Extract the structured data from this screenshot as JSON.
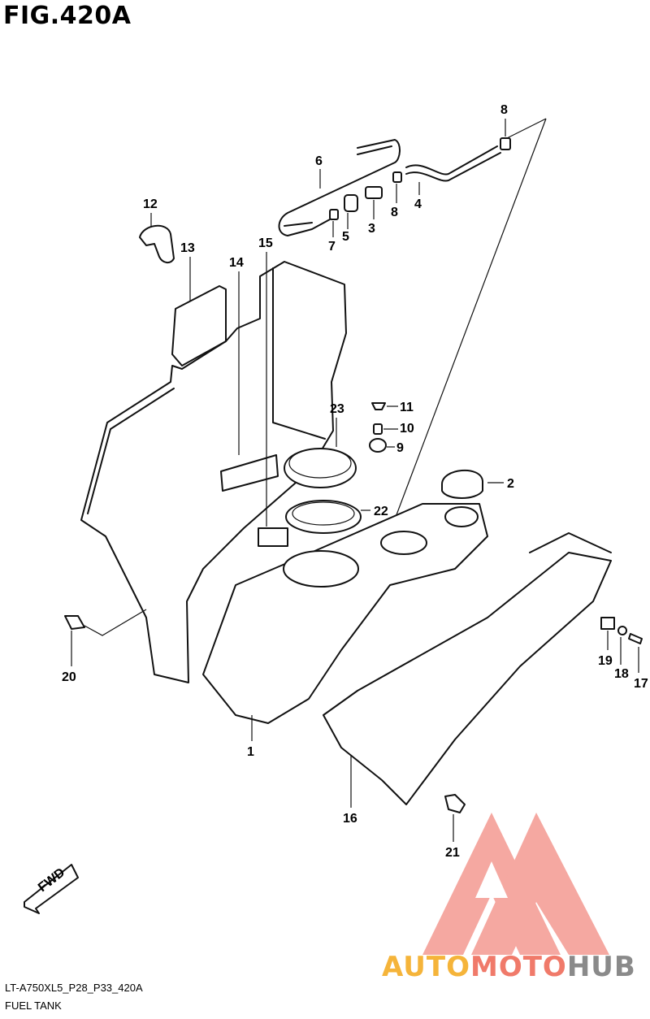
{
  "figure": {
    "title": "FIG.420A",
    "code": "LT-A750XL5_P28_P33_420A",
    "name": "FUEL TANK",
    "fwd_label": "FWD"
  },
  "watermark": {
    "part1": "AUTO",
    "part2": "MOTO",
    "part3": "HUB",
    "colors": {
      "auto": "#f5b43a",
      "moto": "#f07a6a",
      "hub": "#8a8a8a",
      "triangle": "#f28b82"
    }
  },
  "callouts": [
    "1",
    "2",
    "3",
    "4",
    "5",
    "6",
    "7",
    "8",
    "8",
    "9",
    "10",
    "11",
    "12",
    "13",
    "14",
    "15",
    "16",
    "17",
    "18",
    "19",
    "20",
    "21",
    "22",
    "23"
  ]
}
